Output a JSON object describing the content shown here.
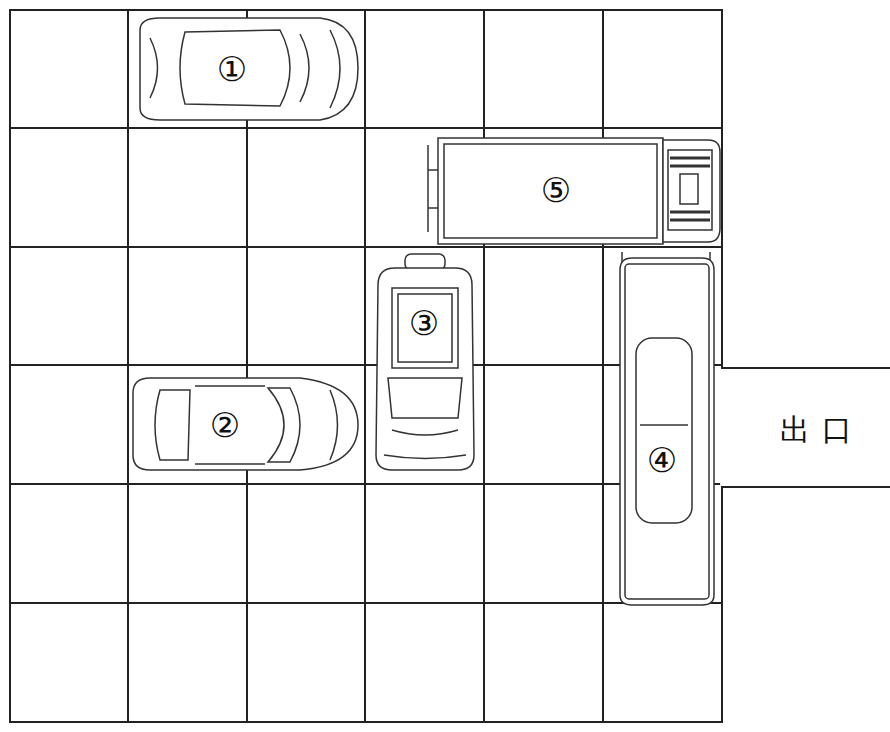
{
  "diagram": {
    "labels": [
      "①",
      "⑤",
      "③",
      "②",
      "④",
      "出口"
    ]
  }
}
